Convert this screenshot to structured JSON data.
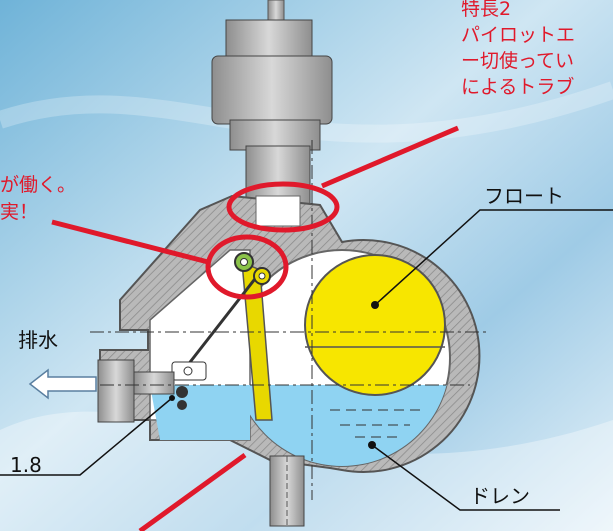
{
  "annotations": {
    "feature2_title": "特長2",
    "feature2_line1": "パイロットエ",
    "feature2_line2": "ー切使ってい",
    "feature2_line3": "によるトラブ",
    "feature1_line1": "が働く。",
    "feature1_line2": "実！"
  },
  "labels": {
    "float": "フロート",
    "drain_out": "排水",
    "drain": "ドレン",
    "size": "1.8"
  },
  "colors": {
    "float_yellow": "#f7e600",
    "water_blue": "#8fd3f2",
    "callout_red": "#e0192b",
    "body_gray": "#a9a9a9"
  }
}
